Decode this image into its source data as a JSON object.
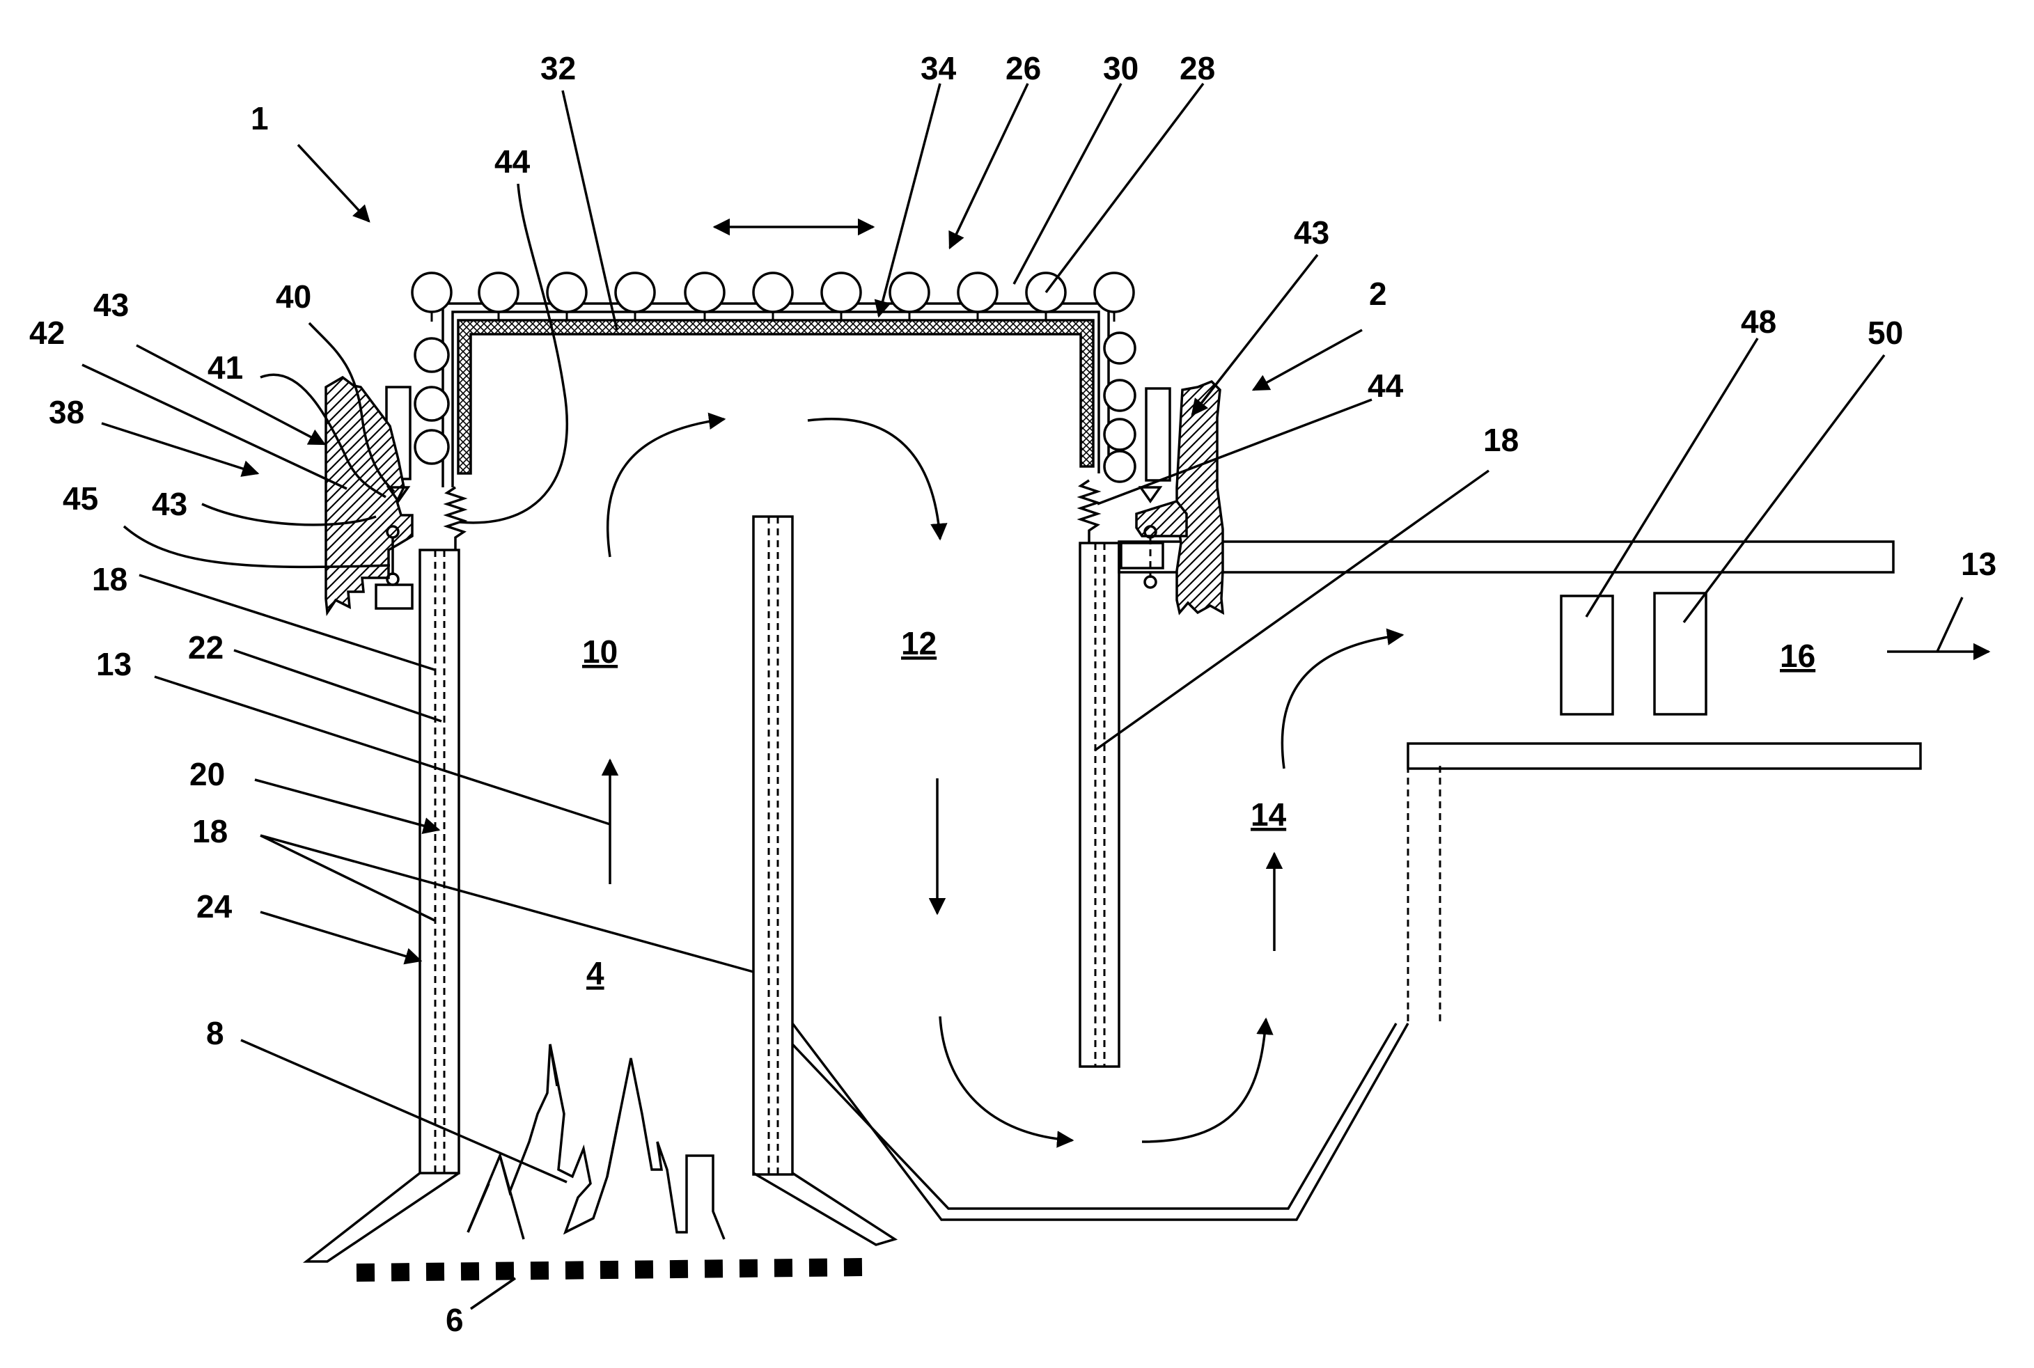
{
  "figure": {
    "reference_numerals": {
      "n1": "1",
      "n2": "2",
      "n6": "6",
      "n8": "8",
      "n13a": "13",
      "n13b": "13",
      "n18a": "18",
      "n18b": "18",
      "n18c": "18",
      "n20": "20",
      "n22": "22",
      "n24": "24",
      "n26": "26",
      "n28": "28",
      "n30": "30",
      "n32": "32",
      "n34": "34",
      "n38": "38",
      "n40": "40",
      "n41": "41",
      "n42": "42",
      "n43a": "43",
      "n43b": "43",
      "n43c": "43",
      "n44a": "44",
      "n44b": "44",
      "n45": "45",
      "n48": "48",
      "n50": "50"
    },
    "zones": {
      "z4": "4",
      "z10": "10",
      "z12": "12",
      "z14": "14",
      "z16": "16"
    }
  }
}
